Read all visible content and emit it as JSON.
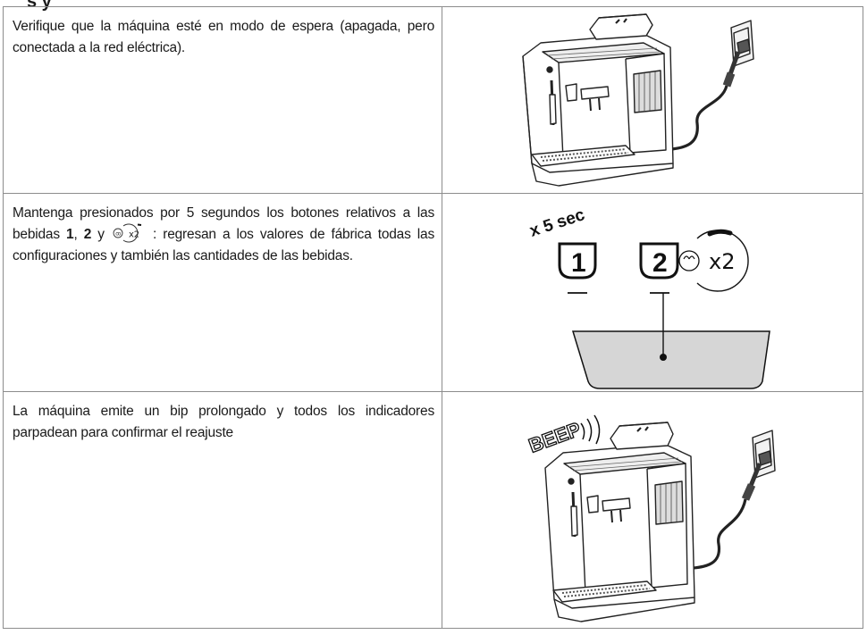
{
  "top_fragment": "s y",
  "steps": [
    {
      "text": "Verifique que la máquina esté en modo de espera (apagada, pero conectada a la red eléctrica).",
      "icon": "coffee-machine-plugged"
    },
    {
      "text_part1": "Mantenga presionados por 5 segundos los botones relativos a las bebidas ",
      "bold1": "1",
      "sep1": ", ",
      "bold2": "2",
      "sep2": " y ",
      "icon_inline_label": "x2",
      "text_part2": " : regresan a los valores de fábrica todas las configuraciones y también las cantidades de las bebidas.",
      "illustration": {
        "hold_label": "x 5 sec",
        "button1": "1",
        "button2": "2",
        "rinse_label": "x2"
      }
    },
    {
      "text": "La máquina emite un bip prolongado y todos los indicadores parpadean para confirmar el reajuste",
      "beep_label": "BEEP"
    }
  ]
}
